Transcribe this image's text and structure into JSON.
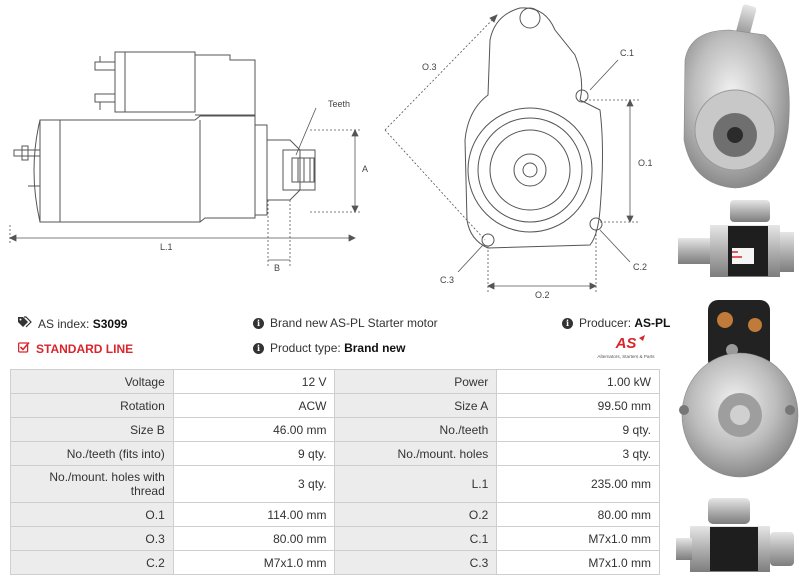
{
  "diagram_labels": {
    "teeth": "Teeth",
    "a": "A",
    "l1": "L.1",
    "b": "B",
    "o3": "O.3",
    "c1": "C.1",
    "o1": "O.1",
    "c2": "C.2",
    "c3": "C.3",
    "o2": "O.2"
  },
  "info": {
    "as_index_label": "AS index:",
    "as_index_value": "S3099",
    "standard_line": "STANDARD LINE",
    "description": "Brand new AS-PL Starter motor",
    "product_type_label": "Product type:",
    "product_type_value": "Brand new",
    "producer_label": "Producer:",
    "producer_value": "AS-PL"
  },
  "logo": {
    "mark": "AS",
    "tagline": "Alternators, Starters & Parts"
  },
  "specs": [
    {
      "k1": "Voltage",
      "v1": "12 V",
      "k2": "Power",
      "v2": "1.00 kW"
    },
    {
      "k1": "Rotation",
      "v1": "ACW",
      "k2": "Size A",
      "v2": "99.50 mm"
    },
    {
      "k1": "Size B",
      "v1": "46.00 mm",
      "k2": "No./teeth",
      "v2": "9 qty."
    },
    {
      "k1": "No./teeth (fits into)",
      "v1": "9 qty.",
      "k2": "No./mount. holes",
      "v2": "3 qty."
    },
    {
      "k1": "No./mount. holes with thread",
      "v1": "3 qty.",
      "k2": "L.1",
      "v2": "235.00 mm"
    },
    {
      "k1": "O.1",
      "v1": "114.00 mm",
      "k2": "O.2",
      "v2": "80.00 mm"
    },
    {
      "k1": "O.3",
      "v1": "80.00 mm",
      "k2": "C.1",
      "v2": "M7x1.0 mm"
    },
    {
      "k1": "C.2",
      "v1": "M7x1.0 mm",
      "k2": "C.3",
      "v2": "M7x1.0 mm"
    }
  ],
  "colors": {
    "accent": "#d8262c",
    "key_bg": "#ececec",
    "border": "#cfcfcf"
  }
}
